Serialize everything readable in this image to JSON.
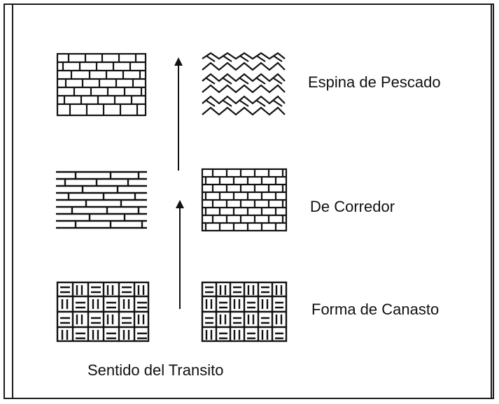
{
  "diagram": {
    "patterns": [
      {
        "label": "Espina de Pescado"
      },
      {
        "label": "De Corredor"
      },
      {
        "label": "Forma de Canasto"
      }
    ],
    "caption": "Sentido del Transito"
  }
}
